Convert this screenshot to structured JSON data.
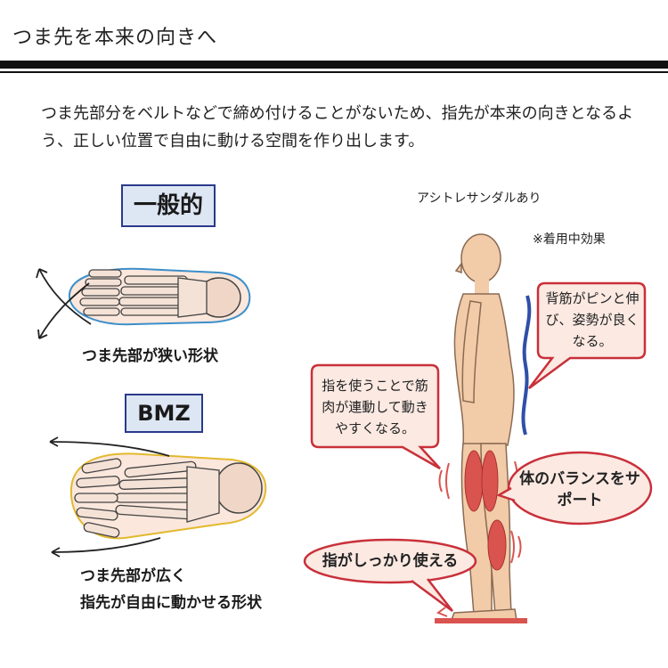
{
  "header": {
    "title": "つま先を本来の向きへ"
  },
  "intro": {
    "text": "つま先部分をベルトなどで締め付けることがないため、指先が本来の向きとなるよう、正しい位置で自由に動ける空間を作り出します。"
  },
  "comparison": {
    "general": {
      "label": "一般的",
      "caption": "つま先部が狭い形状"
    },
    "bmz": {
      "label": "BMZ",
      "caption_line1": "つま先部が広く",
      "caption_line2": "指先が自由に動かせる形状"
    }
  },
  "posture": {
    "sandal_label": "アシトレサンダルあり",
    "effect_note": "※着用中効果",
    "bubble_back": "背筋がピンと伸び、姿勢が良くなる。",
    "bubble_fingers": "指を使うことで筋肉が連動して動きやすくなる。",
    "bubble_balance": "体のバランスをサポート",
    "bubble_toes": "指がしっかり使える"
  },
  "colors": {
    "bubble_border": "#c9303a",
    "bubble_fill": "#fbe9e2",
    "label_fill": "#dde6f3",
    "label_border": "#2b3a8a",
    "spine_line": "#2f4fa8",
    "skin": "#f2cba9",
    "muscle": "#d9534f"
  }
}
